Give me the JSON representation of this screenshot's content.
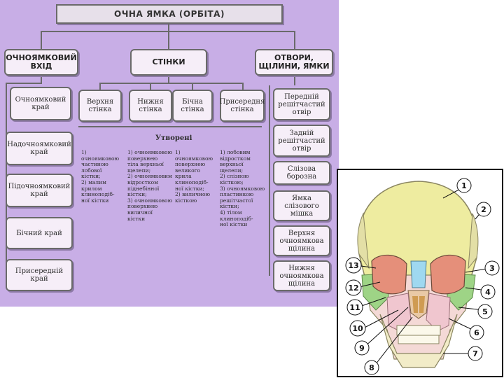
{
  "title": "ОЧНА ЯМКА (ОРБІТА)",
  "categories": {
    "entrance": "ОЧНОЯМКОВИЙ\nВХІД",
    "walls": "СТІНКИ",
    "openings": "ОТВОРИ,\nЩІЛИНИ, ЯМКИ"
  },
  "entrance_items": [
    "Очноямковий\nкрай",
    "Надочноямковий\nкрай",
    "Підочноямковий\nкрай",
    "Бічний край",
    "Присередній\nкрай"
  ],
  "walls_items": [
    "Верхня\nстінка",
    "Нижня\nстінка",
    "Бічна\nстінка",
    "Присередня\nстінка"
  ],
  "openings_items": [
    "Передній\nрешітчастий\nотвір",
    "Задній\nрешітчастий\nотвір",
    "Слізова\nборозна",
    "Ямка\nслізового\nмішка",
    "Верхня\nочноямкова\nщілина",
    "Нижня\nочноямкова\nщілина"
  ],
  "formed_label": "Утворені",
  "formed_columns": [
    "1) очноямковою\nчастиною\nлобової\nкістки;\n2) малим\nкрилом\nклиноподіб-\nної кістки",
    "1) очноямковою\nповерхнею\nтіла верхньої\nщелепи;\n2) очноямковим\nвідростком\nпіднебінної\nкістки;\n3) очноямковою\nповерхнею\nвиличної\nкістки",
    "1) очноямковою\nповерхнею\nвеликого\nкрила\nклиноподіб-\nної кістки;\n2) виличною\nкісткою",
    "1) лобовим\nвідростком\nверхньої\nщелепи;\n2) слізною\nкісткою;\n3) очноямковою\nпластинкою\nрешітчастої\nкістки;\n4) тілом\nклиноподіб-\nної кістки"
  ],
  "skull_labels": [
    "1",
    "2",
    "3",
    "4",
    "5",
    "6",
    "7",
    "8",
    "9",
    "10",
    "11",
    "12",
    "13"
  ],
  "colors": {
    "panel": "#c8aee6",
    "box": "#f6eef8",
    "frontal": "#eeeca0",
    "ethmoid": "#9fd8f0",
    "zygomatic": "#9ed486",
    "nasal_pink": "#f0c6cf",
    "orbit_red": "#e58f7a",
    "mandible": "#f2ecc8"
  }
}
